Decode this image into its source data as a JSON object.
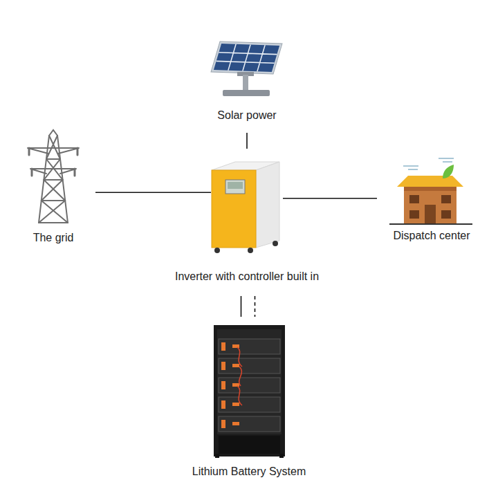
{
  "diagram": {
    "nodes": [
      {
        "text": [
          "Solar power"
        ]
      },
      {
        "text": [
          "The grid"
        ]
      },
      {
        "text": [
          "Inverter with controller built in"
        ]
      },
      {
        "text": [
          "Dispatch center"
        ]
      },
      {
        "text": [
          "Lithium Battery System"
        ]
      }
    ],
    "edges": [
      {
        "from": 0,
        "to": 2,
        "arrow": "none"
      },
      {
        "from": 1,
        "to": 2,
        "arrow": "none"
      },
      {
        "from": 2,
        "to": 3,
        "arrow": "none"
      },
      {
        "from": 2,
        "to": 4,
        "arrow": "none"
      },
      {
        "from": 2,
        "to": 4,
        "arrow": "none"
      }
    ]
  }
}
